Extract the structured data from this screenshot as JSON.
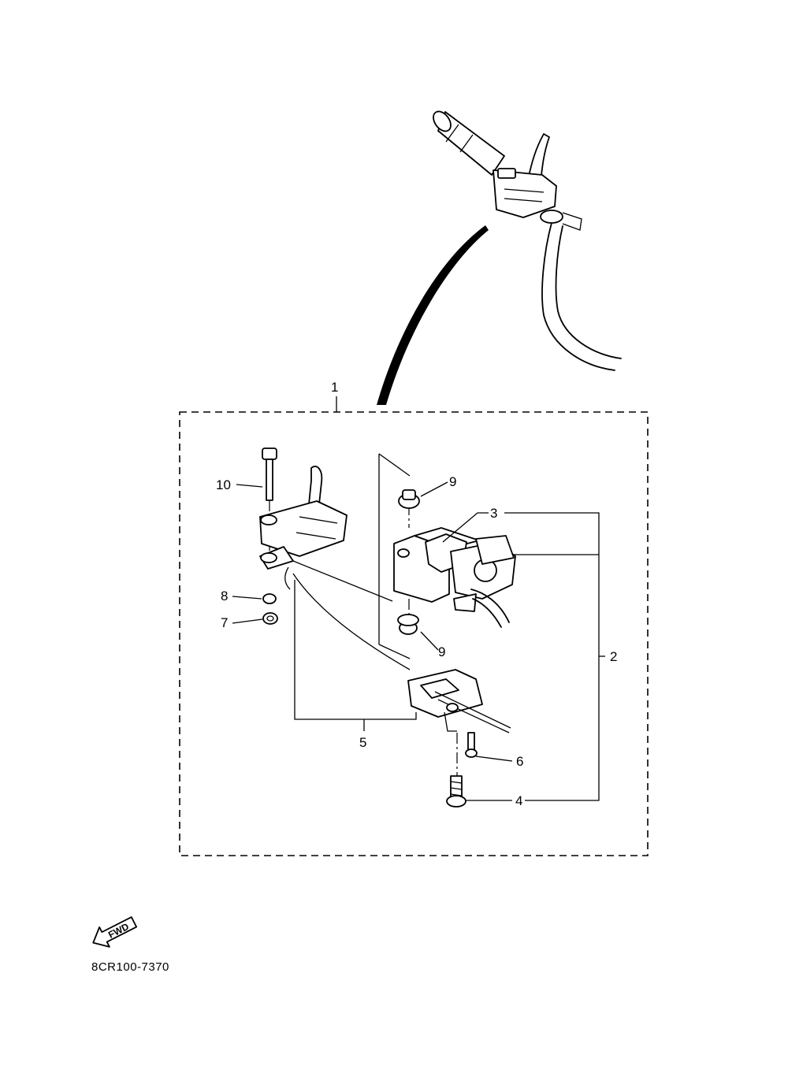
{
  "callouts": {
    "c1": "1",
    "c2": "2",
    "c3": "3",
    "c4": "4",
    "c5": "5",
    "c6": "6",
    "c7": "7",
    "c8": "8",
    "c9a": "9",
    "c9b": "9",
    "c10": "10"
  },
  "fwd_label": "FWD",
  "diagram_code": "8CR100-7370"
}
